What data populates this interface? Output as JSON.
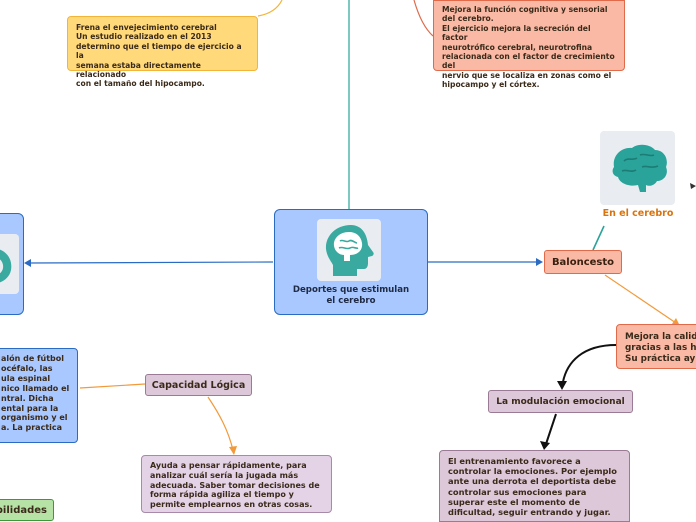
{
  "notes": {
    "aging": {
      "lines": [
        "Frena el envejecimiento cerebral",
        "Un estudio realizado en el 2013",
        "determino que el tiempo de ejercicio a la",
        "semana estaba directamente relacionado",
        "con el tamaño del hipocampo."
      ]
    },
    "cognitive": {
      "lines": [
        "Mejora la función cognitiva y sensorial",
        "del cerebro.",
        "El ejercicio mejora la secreción del factor",
        "neurotrófico cerebral, neurotrofina",
        "relacionada con el factor de crecimiento del",
        "nervio que se localiza en zonas como el",
        "hipocampo y el córtex."
      ]
    },
    "football": {
      "lines": [
        "alón de fútbol",
        "océfalo, las",
        "ula espinal",
        "nico llamado el",
        "ntral. Dicha",
        "ental para la",
        "organismo y el",
        "a. La practica"
      ]
    },
    "quality": {
      "lines": [
        "Mejora la calid",
        "gracias a las h",
        "Su práctica ay"
      ]
    },
    "decision": {
      "lines": [
        "Ayuda a pensar rápidamente, para",
        "analizar cuál sería la jugada más",
        "adecuada. Saber tomar decisiones de",
        "forma rápida agiliza el tiempo y",
        "permite emplearnos en otras cosas."
      ]
    },
    "emotions": {
      "lines": [
        "El entrenamiento favorece a",
        "controlar la emociones. Por ejemplo",
        "ante una derrota el deportista debe",
        "controlar sus emociones para",
        "superar este el momento de",
        "dificultad, seguir entrando y jugar."
      ]
    }
  },
  "center": {
    "lines": [
      "Deportes que estimulan",
      "el cerebro"
    ]
  },
  "labels": {
    "basketball": "Baloncesto",
    "brain": "En el cerebro",
    "logic": "Capacidad Lógica",
    "emotional": "La modulación emocional",
    "skills": "bilidades"
  },
  "colors": {
    "blue_line": "#2a6cc4",
    "teal_line": "#2aa39a",
    "orange_line": "#f29a3a",
    "orange_label": "#d9730d",
    "head_icon": "#3aa9a0"
  },
  "icons": {
    "center": "head-brain-icon",
    "brain": "brain-icon"
  }
}
